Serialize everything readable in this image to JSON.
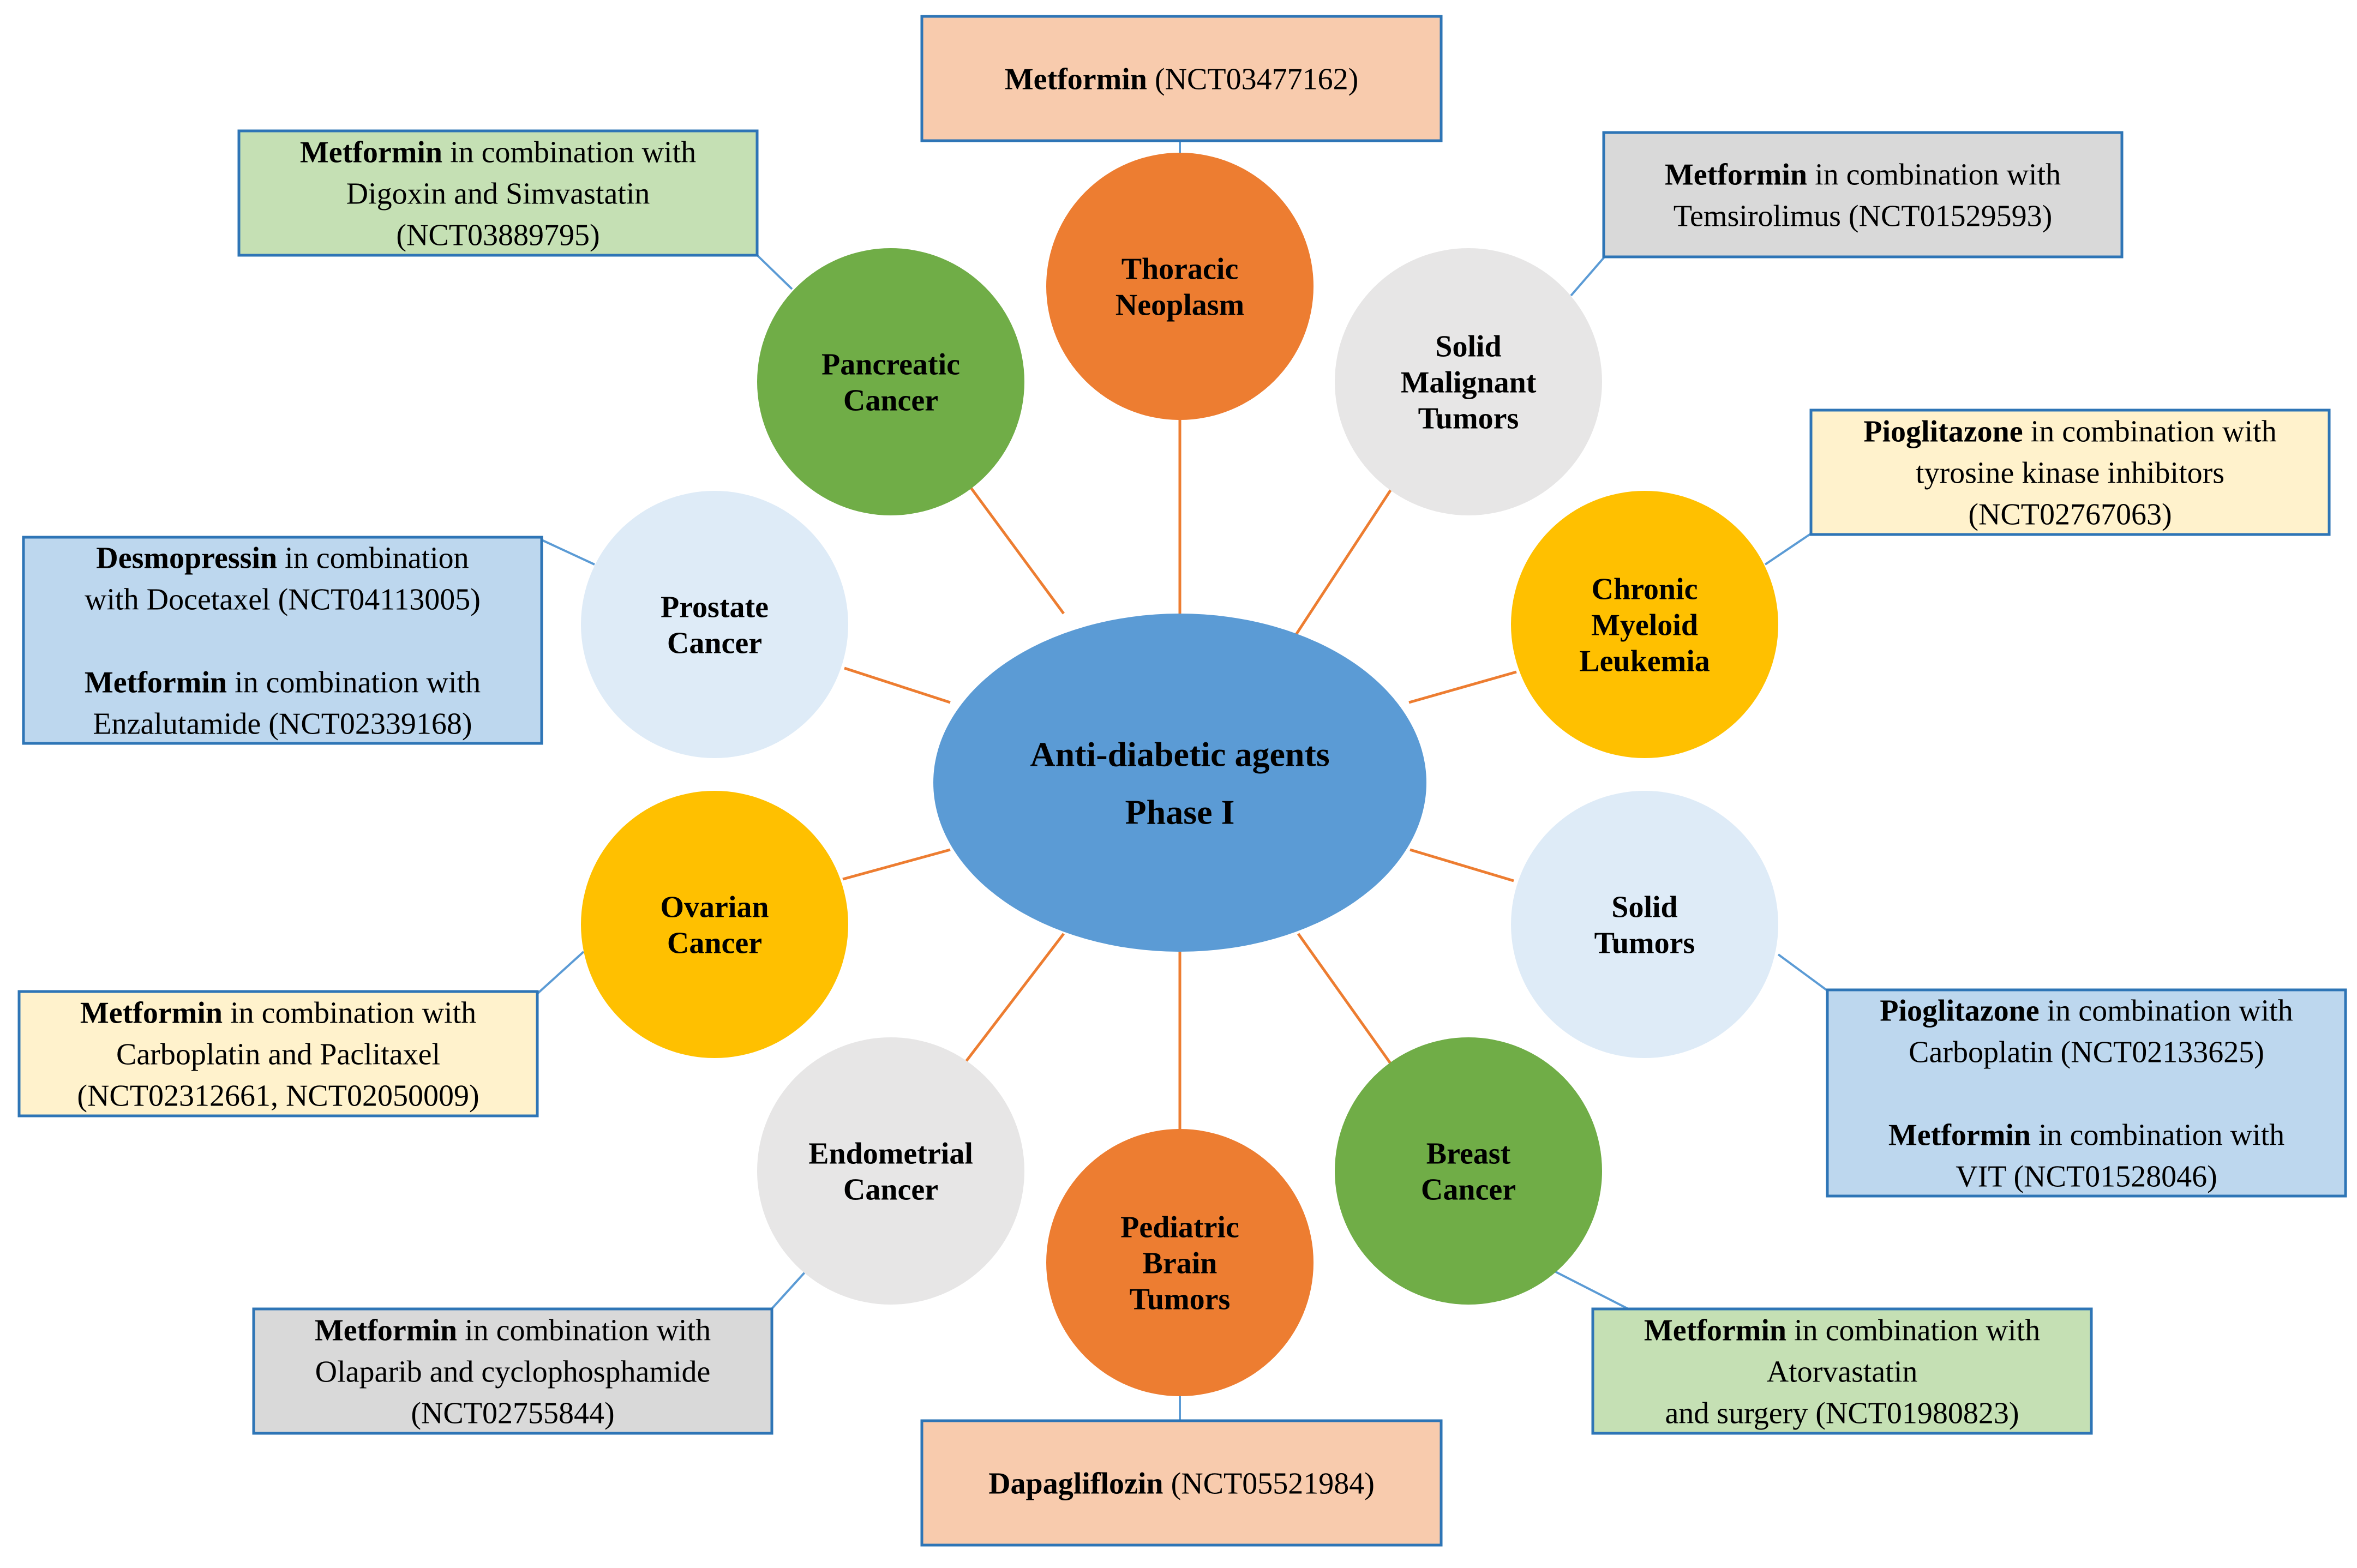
{
  "hub": {
    "lines": [
      "Anti-diabetic agents",
      "Phase I"
    ],
    "color": "#5b9bd5"
  },
  "nodes": [
    {
      "key": "thoracic",
      "label_lines": [
        "Thoracic",
        "Neoplasm"
      ],
      "circle_color": "#ed7d31",
      "box_color": "#f8cbad",
      "box": [
        [
          {
            "t": "Metformin",
            "b": true
          },
          {
            "t": " (NCT03477162)",
            "b": false
          }
        ]
      ]
    },
    {
      "key": "solid-malignant",
      "label_lines": [
        "Solid",
        "Malignant",
        "Tumors"
      ],
      "circle_color": "#e7e6e6",
      "box_color": "#d9d9d9",
      "box": [
        [
          {
            "t": "Metformin",
            "b": true
          },
          {
            "t": " in combination with",
            "b": false
          }
        ],
        [
          {
            "t": "Temsirolimus (NCT01529593)",
            "b": false
          }
        ]
      ]
    },
    {
      "key": "cml",
      "label_lines": [
        "Chronic",
        "Myeloid",
        "Leukemia"
      ],
      "circle_color": "#ffc000",
      "box_color": "#fff2cc",
      "box": [
        [
          {
            "t": "Pioglitazone",
            "b": true
          },
          {
            "t": " in combination with",
            "b": false
          }
        ],
        [
          {
            "t": "tyrosine kinase inhibitors",
            "b": false
          }
        ],
        [
          {
            "t": "(NCT02767063)",
            "b": false
          }
        ]
      ]
    },
    {
      "key": "solid-tumors",
      "label_lines": [
        "Solid",
        "Tumors"
      ],
      "circle_color": "#deebf7",
      "box_color": "#bdd7ee",
      "box": [
        [
          {
            "t": "Pioglitazone",
            "b": true
          },
          {
            "t": " in combination with",
            "b": false
          }
        ],
        [
          {
            "t": "Carboplatin (NCT02133625)",
            "b": false
          }
        ],
        [],
        [
          {
            "t": "Metformin",
            "b": true
          },
          {
            "t": " in combination with",
            "b": false
          }
        ],
        [
          {
            "t": "VIT (NCT01528046)",
            "b": false
          }
        ]
      ]
    },
    {
      "key": "breast",
      "label_lines": [
        "Breast",
        "Cancer"
      ],
      "circle_color": "#70ad47",
      "box_color": "#c5e0b4",
      "box": [
        [
          {
            "t": "Metformin",
            "b": true
          },
          {
            "t": " in combination with",
            "b": false
          }
        ],
        [
          {
            "t": "Atorvastatin",
            "b": false
          }
        ],
        [
          {
            "t": "and surgery (NCT01980823)",
            "b": false
          }
        ]
      ]
    },
    {
      "key": "pediatric-brain",
      "label_lines": [
        "Pediatric",
        "Brain",
        "Tumors"
      ],
      "circle_color": "#ed7d31",
      "box_color": "#f8cbad",
      "box": [
        [
          {
            "t": "Dapagliflozin",
            "b": true
          },
          {
            "t": " (NCT05521984)",
            "b": false
          }
        ]
      ]
    },
    {
      "key": "endometrial",
      "label_lines": [
        "Endometrial",
        "Cancer"
      ],
      "circle_color": "#e7e6e6",
      "box_color": "#d9d9d9",
      "box": [
        [
          {
            "t": "Metformin",
            "b": true
          },
          {
            "t": " in combination with",
            "b": false
          }
        ],
        [
          {
            "t": "Olaparib and cyclophosphamide",
            "b": false
          }
        ],
        [
          {
            "t": "(NCT02755844)",
            "b": false
          }
        ]
      ]
    },
    {
      "key": "ovarian",
      "label_lines": [
        "Ovarian",
        "Cancer"
      ],
      "circle_color": "#ffc000",
      "box_color": "#fff2cc",
      "box": [
        [
          {
            "t": "Metformin",
            "b": true
          },
          {
            "t": " in combination with",
            "b": false
          }
        ],
        [
          {
            "t": "Carboplatin and Paclitaxel",
            "b": false
          }
        ],
        [
          {
            "t": "(NCT02312661, NCT02050009)",
            "b": false
          }
        ]
      ]
    },
    {
      "key": "prostate",
      "label_lines": [
        "Prostate",
        "Cancer"
      ],
      "circle_color": "#deebf7",
      "box_color": "#bdd7ee",
      "box": [
        [
          {
            "t": "Desmopressin",
            "b": true
          },
          {
            "t": " in combination",
            "b": false
          }
        ],
        [
          {
            "t": "with Docetaxel (NCT04113005)",
            "b": false
          }
        ],
        [],
        [
          {
            "t": "Metformin",
            "b": true
          },
          {
            "t": " in combination with",
            "b": false
          }
        ],
        [
          {
            "t": "Enzalutamide (NCT02339168)",
            "b": false
          }
        ]
      ]
    },
    {
      "key": "pancreatic",
      "label_lines": [
        "Pancreatic",
        "Cancer"
      ],
      "circle_color": "#70ad47",
      "box_color": "#c5e0b4",
      "box": [
        [
          {
            "t": "Metformin",
            "b": true
          },
          {
            "t": " in combination with",
            "b": false
          }
        ],
        [
          {
            "t": "Digoxin and Simvastatin",
            "b": false
          }
        ],
        [
          {
            "t": "(NCT03889795)",
            "b": false
          }
        ]
      ]
    }
  ],
  "colors": {
    "spoke_line": "#ed7d31",
    "connector_line": "#5b9bd5",
    "box_border": "#2e75b6"
  }
}
